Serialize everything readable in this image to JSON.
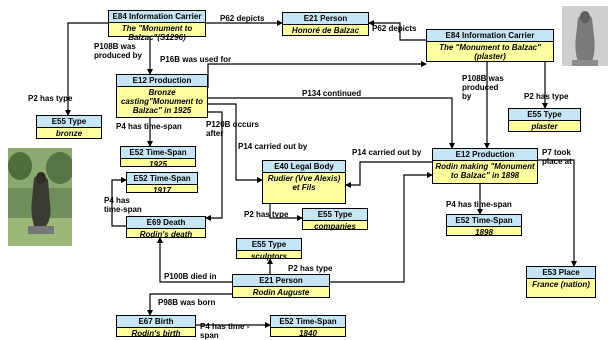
{
  "nodes": {
    "carrier1": {
      "type": "E84 Information Carrier",
      "value": "The \"Monument to Balzac\"(S1296)"
    },
    "person_balzac": {
      "type": "E21 Person",
      "value": "Honoré de Balzac"
    },
    "carrier2": {
      "type": "E84 Information Carrier",
      "value": "The \"Monument to Balzac\" (plaster)"
    },
    "prod1": {
      "type": "E12 Production",
      "value": "Bronze casting\"Monument to Balzac\" in 1925"
    },
    "type_bronze": {
      "type": "E55 Type",
      "value": "bronze"
    },
    "type_plaster": {
      "type": "E55 Type",
      "value": "plaster"
    },
    "ts_1925": {
      "type": "E52 Time-Span",
      "value": "1925"
    },
    "ts_1917": {
      "type": "E52 Time-Span",
      "value": "1917"
    },
    "legal": {
      "type": "E40 Legal Body",
      "value": "Rudier (Vve Alexis) et Fils"
    },
    "prod2": {
      "type": "E12 Production",
      "value": "Rodin making \"Monument to Balzac\" in 1898"
    },
    "death": {
      "type": "E69 Death",
      "value": "Rodin's death"
    },
    "type_companies": {
      "type": "E55 Type",
      "value": "companies"
    },
    "ts_1898": {
      "type": "E52 Time-Span",
      "value": "1898"
    },
    "type_sculptors": {
      "type": "E55 Type",
      "value": "sculptors"
    },
    "place": {
      "type": "E53 Place",
      "value": "France (nation)"
    },
    "rodin": {
      "type": "E21 Person",
      "value": "Rodin Auguste"
    },
    "birth": {
      "type": "E67 Birth",
      "value": "Rodin's birth"
    },
    "ts_1840": {
      "type": "E52 Time-Span",
      "value": "1840"
    }
  },
  "edge_labels": {
    "p62a": "P62 depicts",
    "p62b": "P62 depicts",
    "p108a": "P108B  was produced by",
    "p16b": "P16B  was used for",
    "p2a": "P2 has type",
    "p134": "P134 continued",
    "p108b": "P108B was produced by",
    "p2b": "P2 has type",
    "p4a": "P4 has time-span",
    "p120": "P120B occurs after",
    "p14a": "P14 carried out  by",
    "p14b": "P14 carried out by",
    "p7": "P7 took place at",
    "p4b": "P4 has time-span",
    "p2c": "P2 has type",
    "p4c": "P4 has time-span",
    "p2d": "P2 has type",
    "p100": "P100B died in",
    "p98": "P98B was born",
    "p4d": "P4 has time -span"
  },
  "colors": {
    "header_fill": "#c6e6f7",
    "body_fill": "#ffffa0",
    "line": "#000000"
  }
}
